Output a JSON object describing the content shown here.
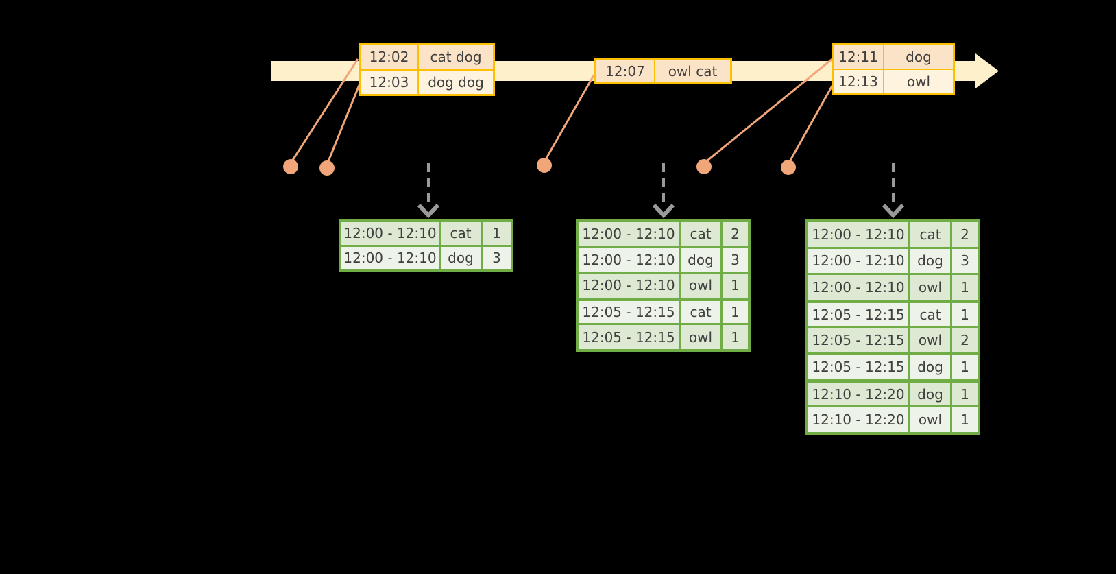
{
  "colors": {
    "background": "#000000",
    "timeline_band": "#fdf0cb",
    "event_table_border": "#fdc000",
    "event_row_peach": "#fbe3c7",
    "event_row_cream": "#fdf3de",
    "event_marker": "#f0a678",
    "result_table_border": "#70ad47",
    "result_row_dark": "#dde9d3",
    "result_row_light": "#eef3e9",
    "trigger_arrow": "#9a9a9a",
    "text": "#3f3f3f"
  },
  "event_tables": [
    {
      "rows": [
        {
          "time": "12:02",
          "words": "cat dog"
        },
        {
          "time": "12:03",
          "words": "dog dog"
        }
      ]
    },
    {
      "rows": [
        {
          "time": "12:07",
          "words": "owl cat"
        }
      ]
    },
    {
      "rows": [
        {
          "time": "12:11",
          "words": "dog"
        },
        {
          "time": "12:13",
          "words": "owl"
        }
      ]
    }
  ],
  "result_tables": [
    {
      "rows": [
        {
          "window": "12:00 - 12:10",
          "word": "cat",
          "count": "1"
        },
        {
          "window": "12:00 - 12:10",
          "word": "dog",
          "count": "3"
        }
      ]
    },
    {
      "rows": [
        {
          "window": "12:00 - 12:10",
          "word": "cat",
          "count": "2"
        },
        {
          "window": "12:00 - 12:10",
          "word": "dog",
          "count": "3"
        },
        {
          "window": "12:00 - 12:10",
          "word": "owl",
          "count": "1"
        },
        {
          "window": "12:05 - 12:15",
          "word": "cat",
          "count": "1"
        },
        {
          "window": "12:05 - 12:15",
          "word": "owl",
          "count": "1"
        }
      ]
    },
    {
      "rows": [
        {
          "window": "12:00 - 12:10",
          "word": "cat",
          "count": "2"
        },
        {
          "window": "12:00 - 12:10",
          "word": "dog",
          "count": "3"
        },
        {
          "window": "12:00 - 12:10",
          "word": "owl",
          "count": "1"
        },
        {
          "window": "12:05 - 12:15",
          "word": "cat",
          "count": "1"
        },
        {
          "window": "12:05 - 12:15",
          "word": "owl",
          "count": "2"
        },
        {
          "window": "12:05 - 12:15",
          "word": "dog",
          "count": "1"
        },
        {
          "window": "12:10 - 12:20",
          "word": "dog",
          "count": "1"
        },
        {
          "window": "12:10 - 12:20",
          "word": "owl",
          "count": "1"
        }
      ]
    }
  ]
}
